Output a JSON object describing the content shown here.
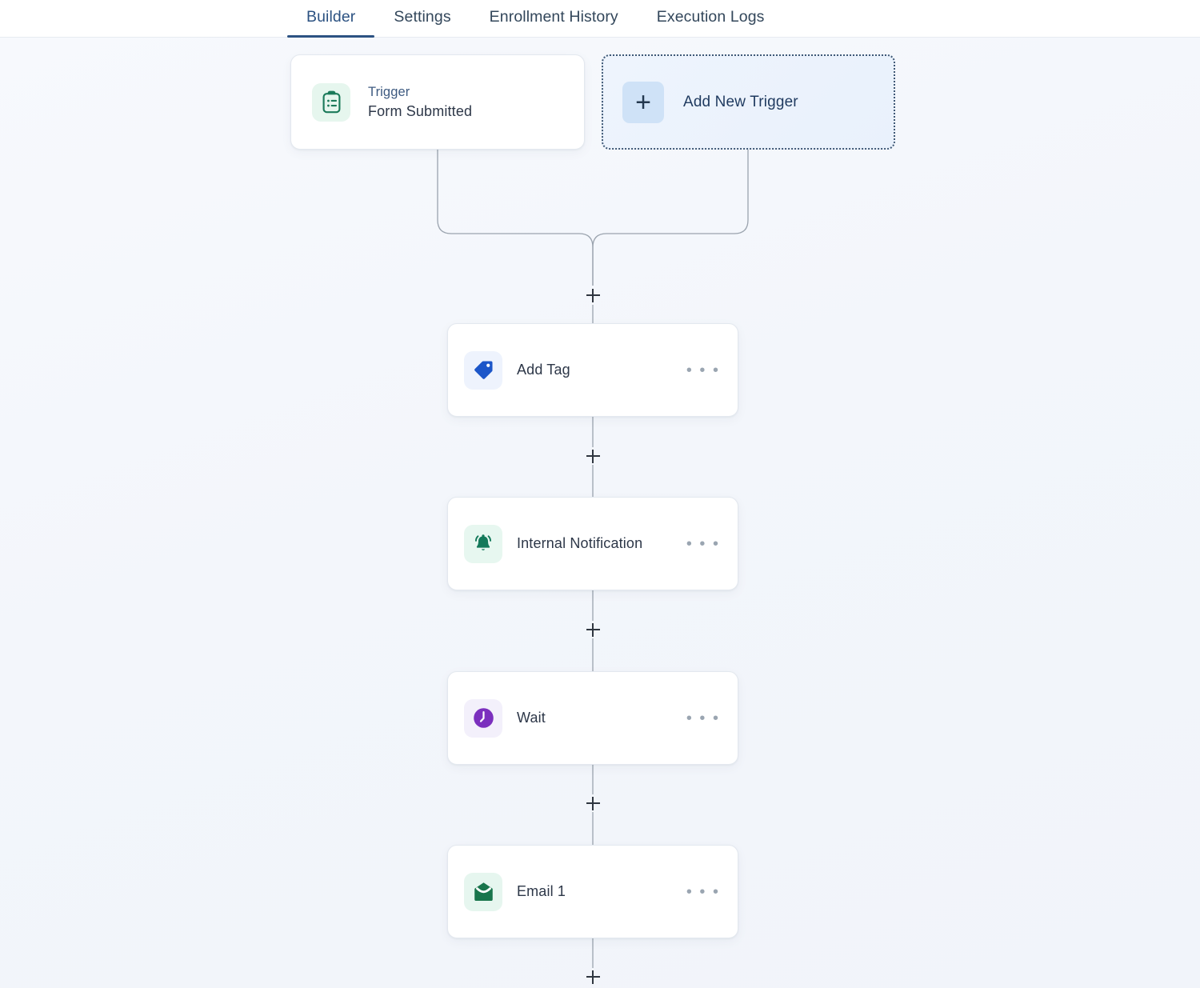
{
  "header": {
    "tabs": [
      {
        "label": "Builder",
        "active": true
      },
      {
        "label": "Settings",
        "active": false
      },
      {
        "label": "Enrollment History",
        "active": false
      },
      {
        "label": "Execution Logs",
        "active": false
      }
    ],
    "active_tab": "Builder",
    "active_color": "#2c5282"
  },
  "canvas": {
    "background_color": "#f3f6fb",
    "connector_color": "#9aa3ae"
  },
  "trigger": {
    "title": "Trigger",
    "subtitle": "Form Submitted",
    "icon": "clipboard-form-icon",
    "icon_color": "#1b7a5a",
    "icon_bg": "#e6f6ee"
  },
  "add_trigger": {
    "label": "Add New Trigger",
    "icon": "plus-icon",
    "icon_bg": "#cfe2f7",
    "border_style": "dotted",
    "fill": "#eaf1fc"
  },
  "steps": [
    {
      "id": "add-tag",
      "label": "Add Tag",
      "icon": "tag-icon",
      "icon_color": "#1c56c9",
      "icon_bg": "#eef3fd",
      "menu": "• • •"
    },
    {
      "id": "internal-notification",
      "label": "Internal Notification",
      "icon": "bell-icon",
      "icon_color": "#13795a",
      "icon_bg": "#e7f7f0",
      "menu": "• • •"
    },
    {
      "id": "wait",
      "label": "Wait",
      "icon": "clock-icon",
      "icon_color": "#7b2fbe",
      "icon_bg": "#f3f0fb",
      "menu": "• • •"
    },
    {
      "id": "email-1",
      "label": "Email 1",
      "icon": "envelope-icon",
      "icon_color": "#19754c",
      "icon_bg": "#e6f6ef",
      "menu": "• • •"
    }
  ],
  "add_step_buttons": [
    {
      "id": "merge",
      "label": "+"
    },
    {
      "id": "after-add-tag",
      "label": "+"
    },
    {
      "id": "after-internal-notification",
      "label": "+"
    },
    {
      "id": "after-wait",
      "label": "+"
    },
    {
      "id": "after-email-1",
      "label": "+"
    }
  ]
}
